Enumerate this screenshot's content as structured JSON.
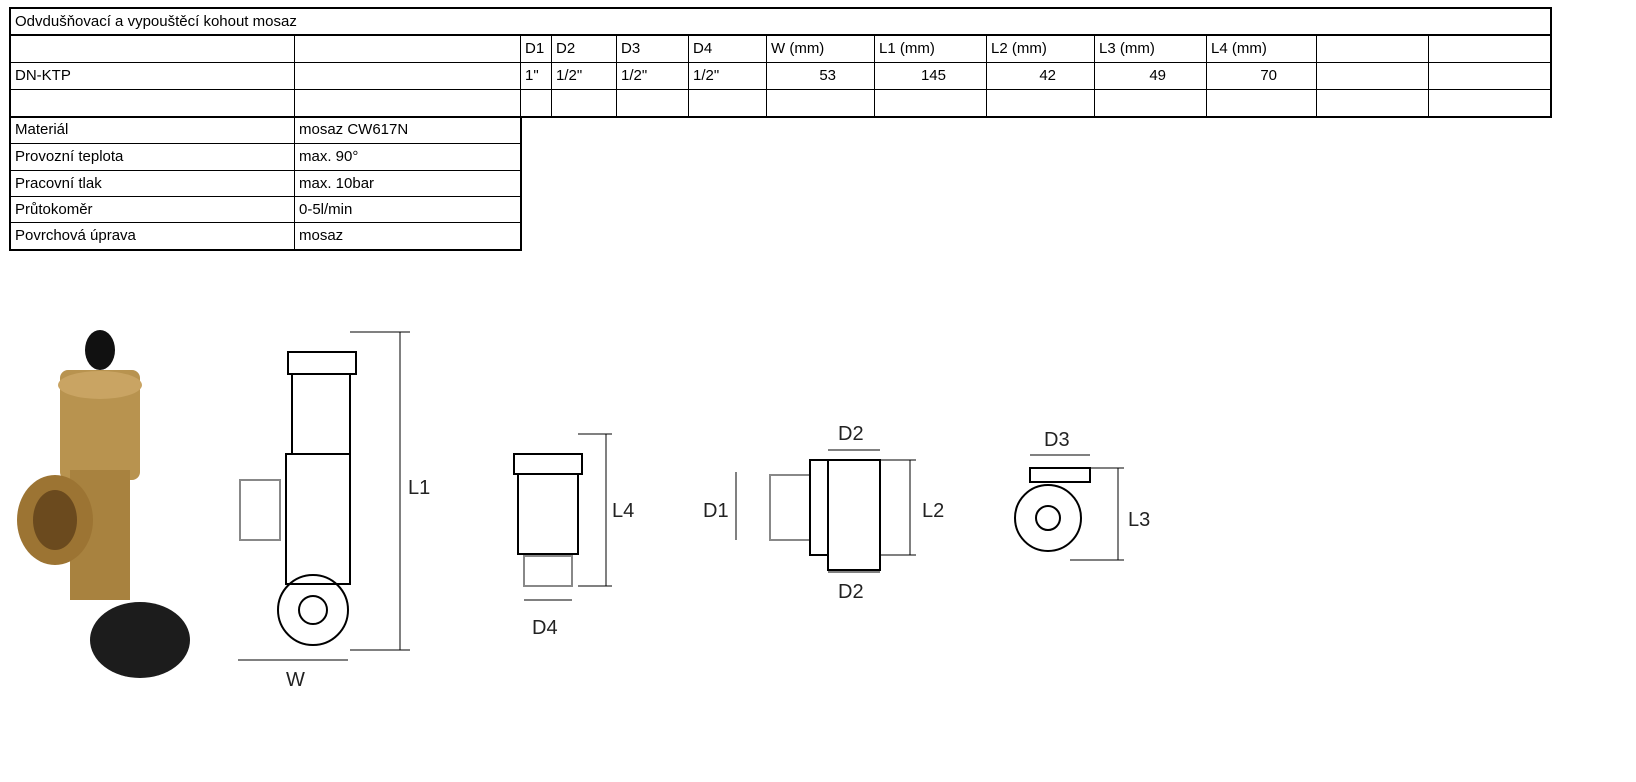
{
  "title": "Odvdušňovací a vypouštěcí kohout mosaz",
  "headers": [
    "D1",
    "D2",
    "D3",
    "D4",
    "W (mm)",
    "L1 (mm)",
    "L2 (mm)",
    "L3 (mm)",
    "L4 (mm)"
  ],
  "row": {
    "name": "DN-KTP",
    "values": [
      "1\"",
      "1/2\"",
      "1/2\"",
      "1/2\"",
      "53",
      "145",
      "42",
      "49",
      "70"
    ]
  },
  "specs": [
    {
      "label": "Materiál",
      "value": "mosaz CW617N"
    },
    {
      "label": "Provozní teplota",
      "value": "max. 90°"
    },
    {
      "label": "Pracovní tlak",
      "value": "max. 10bar"
    },
    {
      "label": "Průtokoměr",
      "value": "0-5l/min"
    },
    {
      "label": "Povrchová úprava",
      "value": "mosaz"
    }
  ],
  "drawing_labels": {
    "l1": "L1",
    "w": "W",
    "l4": "L4",
    "d4": "D4",
    "d1": "D1",
    "l2": "L2",
    "d2_top": "D2",
    "d2_bottom": "D2",
    "d3": "D3",
    "l3": "L3"
  }
}
